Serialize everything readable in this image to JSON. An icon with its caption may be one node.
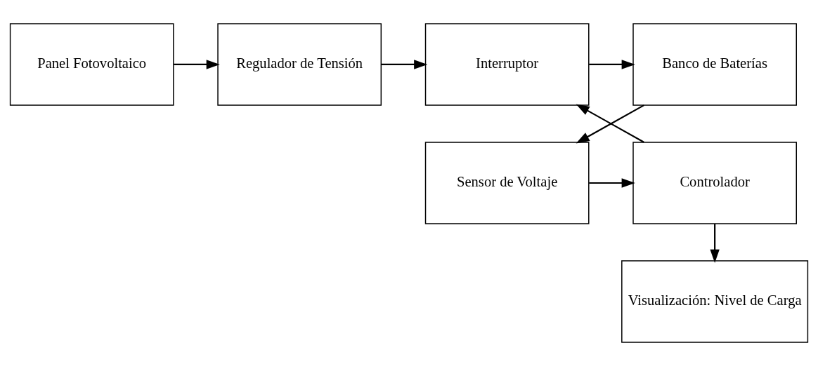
{
  "diagram": {
    "nodes": [
      {
        "text": [
          "Panel Fotovoltaico"
        ]
      },
      {
        "text": [
          "Regulador de Tensión"
        ]
      },
      {
        "text": [
          "Interruptor"
        ]
      },
      {
        "text": [
          "Banco de Baterías"
        ]
      },
      {
        "text": [
          "Sensor de Voltaje"
        ]
      },
      {
        "text": [
          "Controlador"
        ]
      },
      {
        "text": [
          "Visualización: Nivel de Carga"
        ]
      }
    ],
    "edges": [
      {
        "from": 0,
        "to": 1,
        "arrow": "to"
      },
      {
        "from": 1,
        "to": 2,
        "arrow": "to"
      },
      {
        "from": 2,
        "to": 3,
        "arrow": "to"
      },
      {
        "from": 3,
        "to": 4,
        "arrow": "to"
      },
      {
        "from": 4,
        "to": 5,
        "arrow": "to"
      },
      {
        "from": 5,
        "to": 2,
        "arrow": "to"
      },
      {
        "from": 5,
        "to": 6,
        "arrow": "to"
      }
    ]
  }
}
